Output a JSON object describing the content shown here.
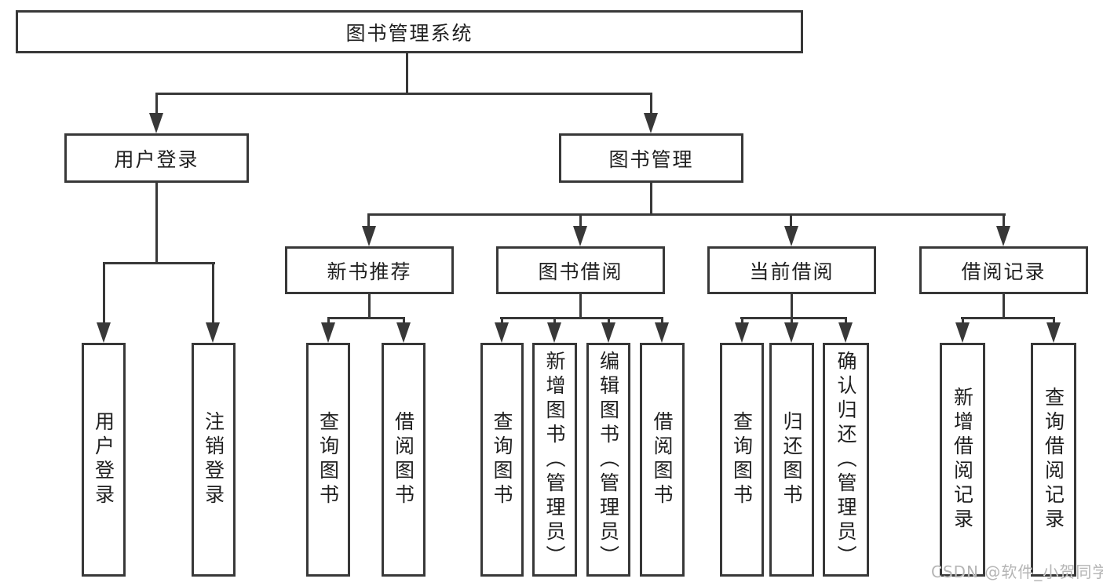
{
  "title": "图书管理系统",
  "tree": {
    "root": {
      "label": "图书管理系统"
    },
    "children": [
      {
        "label": "用户登录",
        "children": [
          {
            "label": "用户登录"
          },
          {
            "label": "注销登录"
          }
        ]
      },
      {
        "label": "图书管理",
        "children": [
          {
            "label": "新书推荐",
            "children": [
              {
                "label": "查询图书"
              },
              {
                "label": "借阅图书"
              }
            ]
          },
          {
            "label": "图书借阅",
            "children": [
              {
                "label": "查询图书"
              },
              {
                "label": "新增图书（管理员）"
              },
              {
                "label": "编辑图书（管理员）"
              },
              {
                "label": "借阅图书"
              }
            ]
          },
          {
            "label": "当前借阅",
            "children": [
              {
                "label": "查询图书"
              },
              {
                "label": "归还图书"
              },
              {
                "label": "确认归还（管理员）"
              }
            ]
          },
          {
            "label": "借阅记录",
            "children": [
              {
                "label": "新增借阅记录"
              },
              {
                "label": "查询借阅记录"
              }
            ]
          }
        ]
      }
    ]
  },
  "watermark": "CSDN @软件_小贺同学",
  "colors": {
    "line": "#383838",
    "text": "#1f1f1f",
    "background": "#ffffff",
    "watermark": "#b5b5b5"
  }
}
